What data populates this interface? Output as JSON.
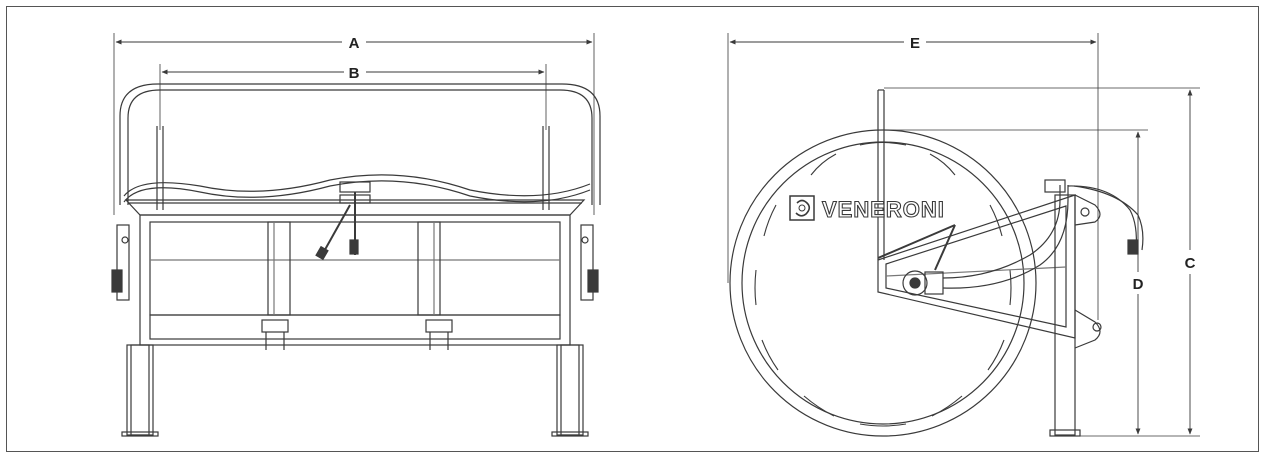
{
  "dimensions": {
    "a": "A",
    "b": "B",
    "c": "C",
    "d": "D",
    "e": "E"
  },
  "logo": {
    "text": "VENERONI",
    "icon": "veneroni-swirl-logo"
  },
  "colors": {
    "line": "#3a3a3a",
    "light_line": "#777777",
    "background": "#ffffff"
  }
}
